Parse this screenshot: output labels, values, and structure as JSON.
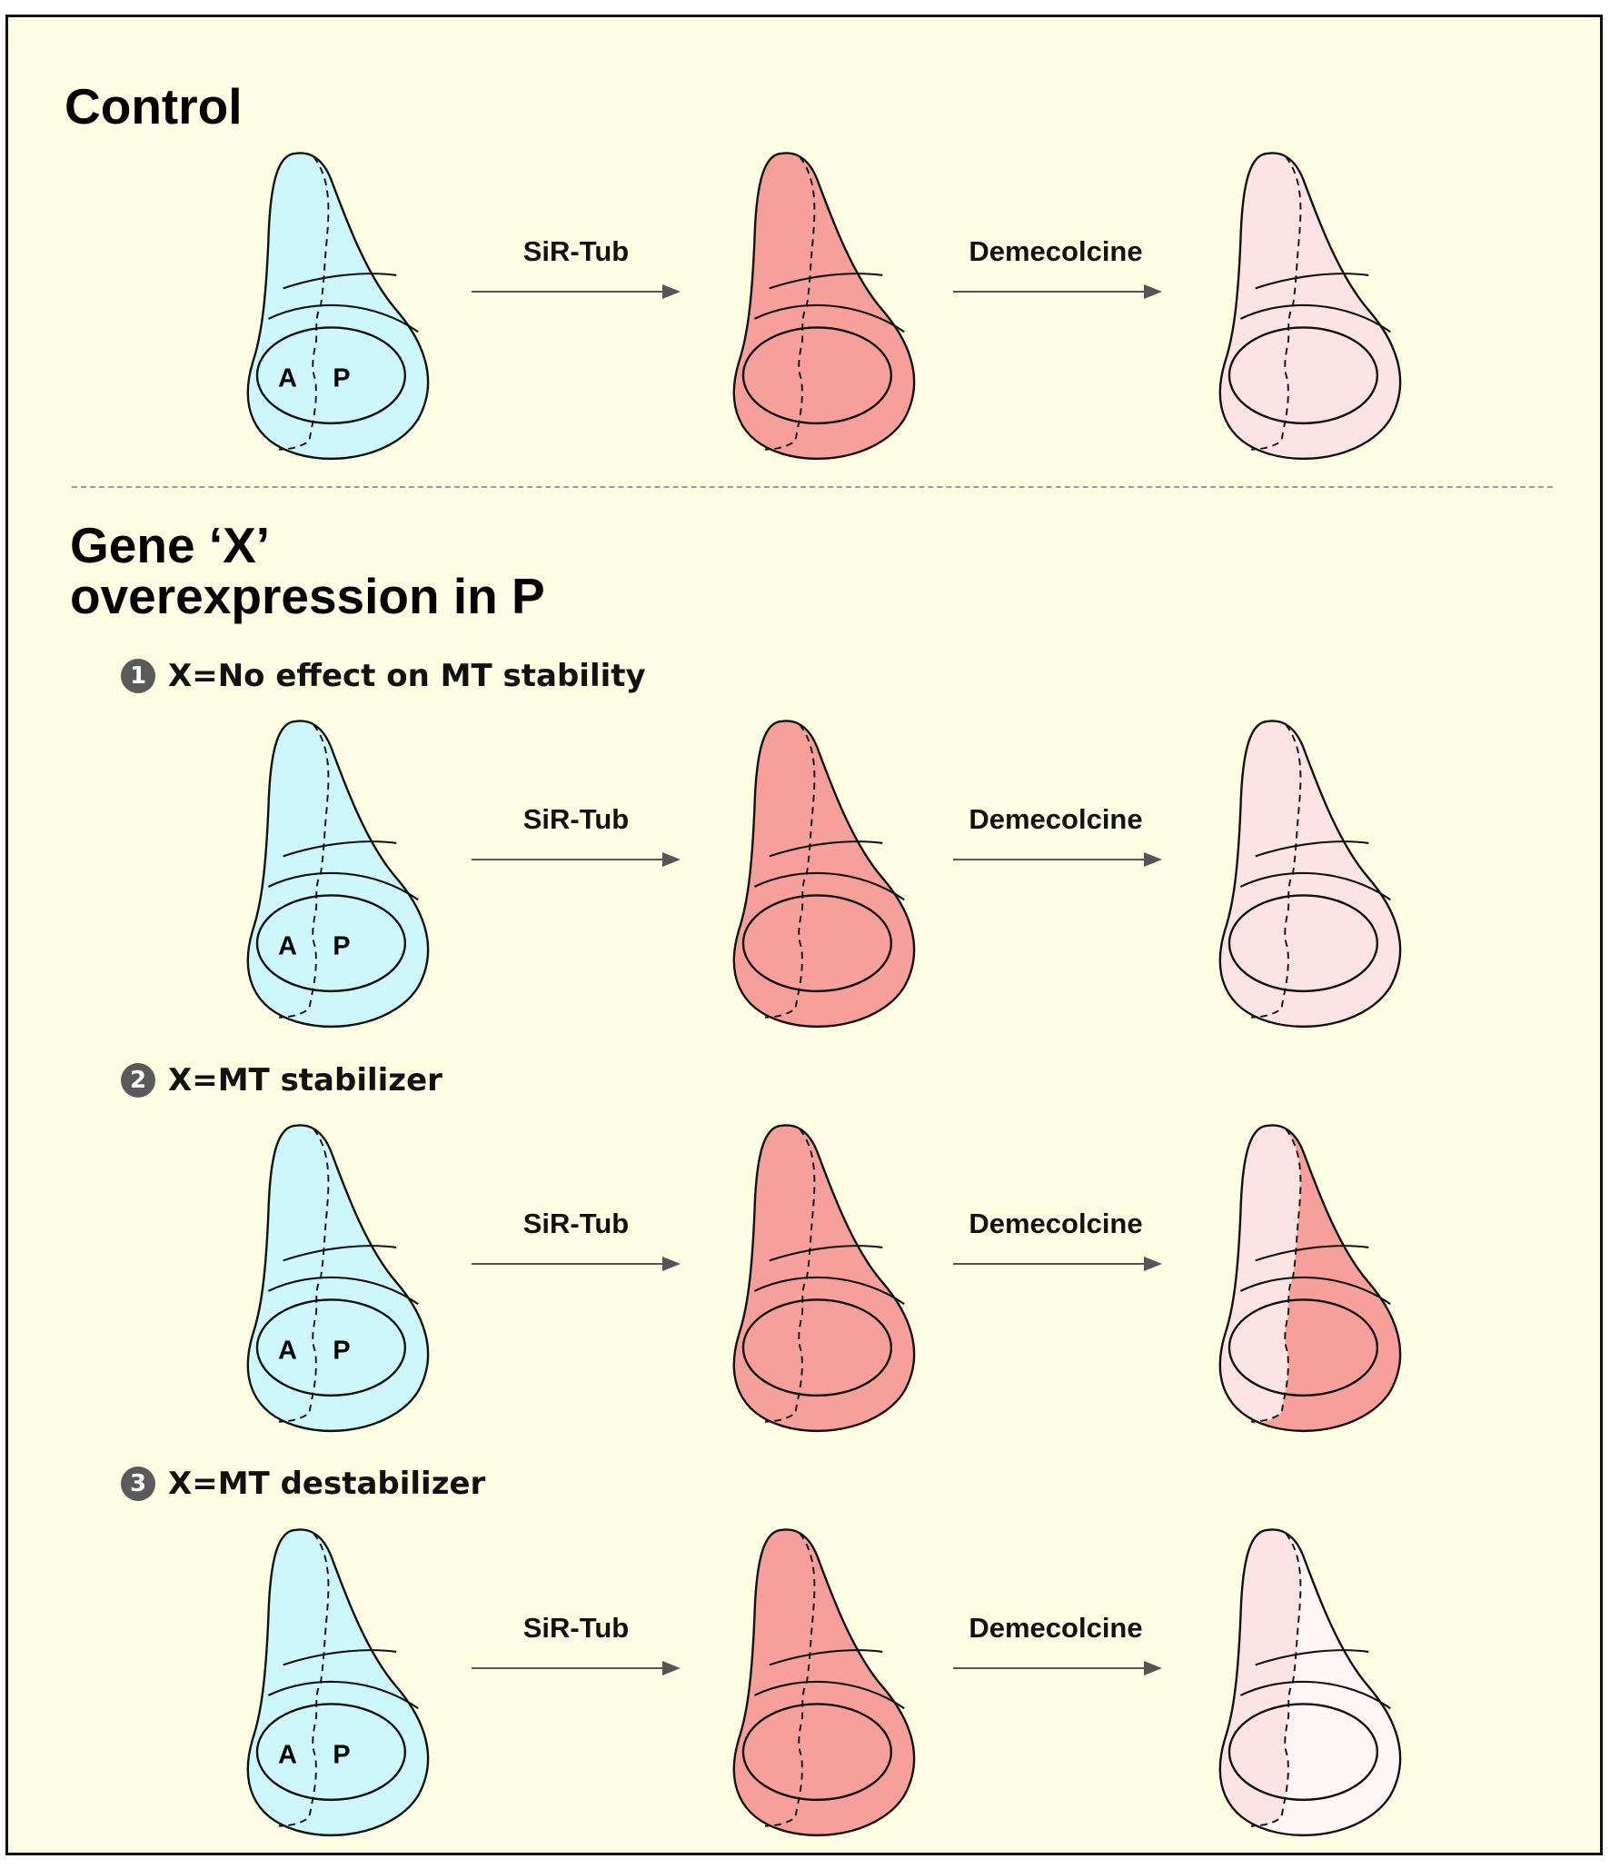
{
  "control": {
    "title": "Control"
  },
  "gene": {
    "title_line1": "Gene ‘X’",
    "title_line2": "overexpression in P"
  },
  "scenarios": [
    {
      "number": "1",
      "label": "X=No effect on MT stability"
    },
    {
      "number": "2",
      "label": "X=MT stabilizer"
    },
    {
      "number": "3",
      "label": "X=MT destabilizer"
    }
  ],
  "treatments": {
    "first": "SiR-Tub",
    "second": "Demecolcine"
  },
  "compartments": {
    "anterior": "A",
    "posterior": "P"
  },
  "colors": {
    "background": "#fdfde3",
    "untreated": "#cdf7fb",
    "sir_tub_labeled": "#f7a09b",
    "demecolcine_faded": "#fde3e4",
    "depleted": "#fef6f6"
  },
  "rows": [
    {
      "id": "control",
      "stages": [
        "untreated",
        "sir_tub_labeled",
        "demecolcine_faded"
      ],
      "stage3_posterior": "demecolcine_faded"
    },
    {
      "id": "no-effect",
      "stages": [
        "untreated",
        "sir_tub_labeled",
        "demecolcine_faded"
      ],
      "stage3_posterior": "demecolcine_faded"
    },
    {
      "id": "stabilizer",
      "stages": [
        "untreated",
        "sir_tub_labeled",
        "demecolcine_faded"
      ],
      "stage3_posterior": "sir_tub_labeled"
    },
    {
      "id": "destabilizer",
      "stages": [
        "untreated",
        "sir_tub_labeled",
        "demecolcine_faded"
      ],
      "stage3_posterior": "depleted"
    }
  ]
}
